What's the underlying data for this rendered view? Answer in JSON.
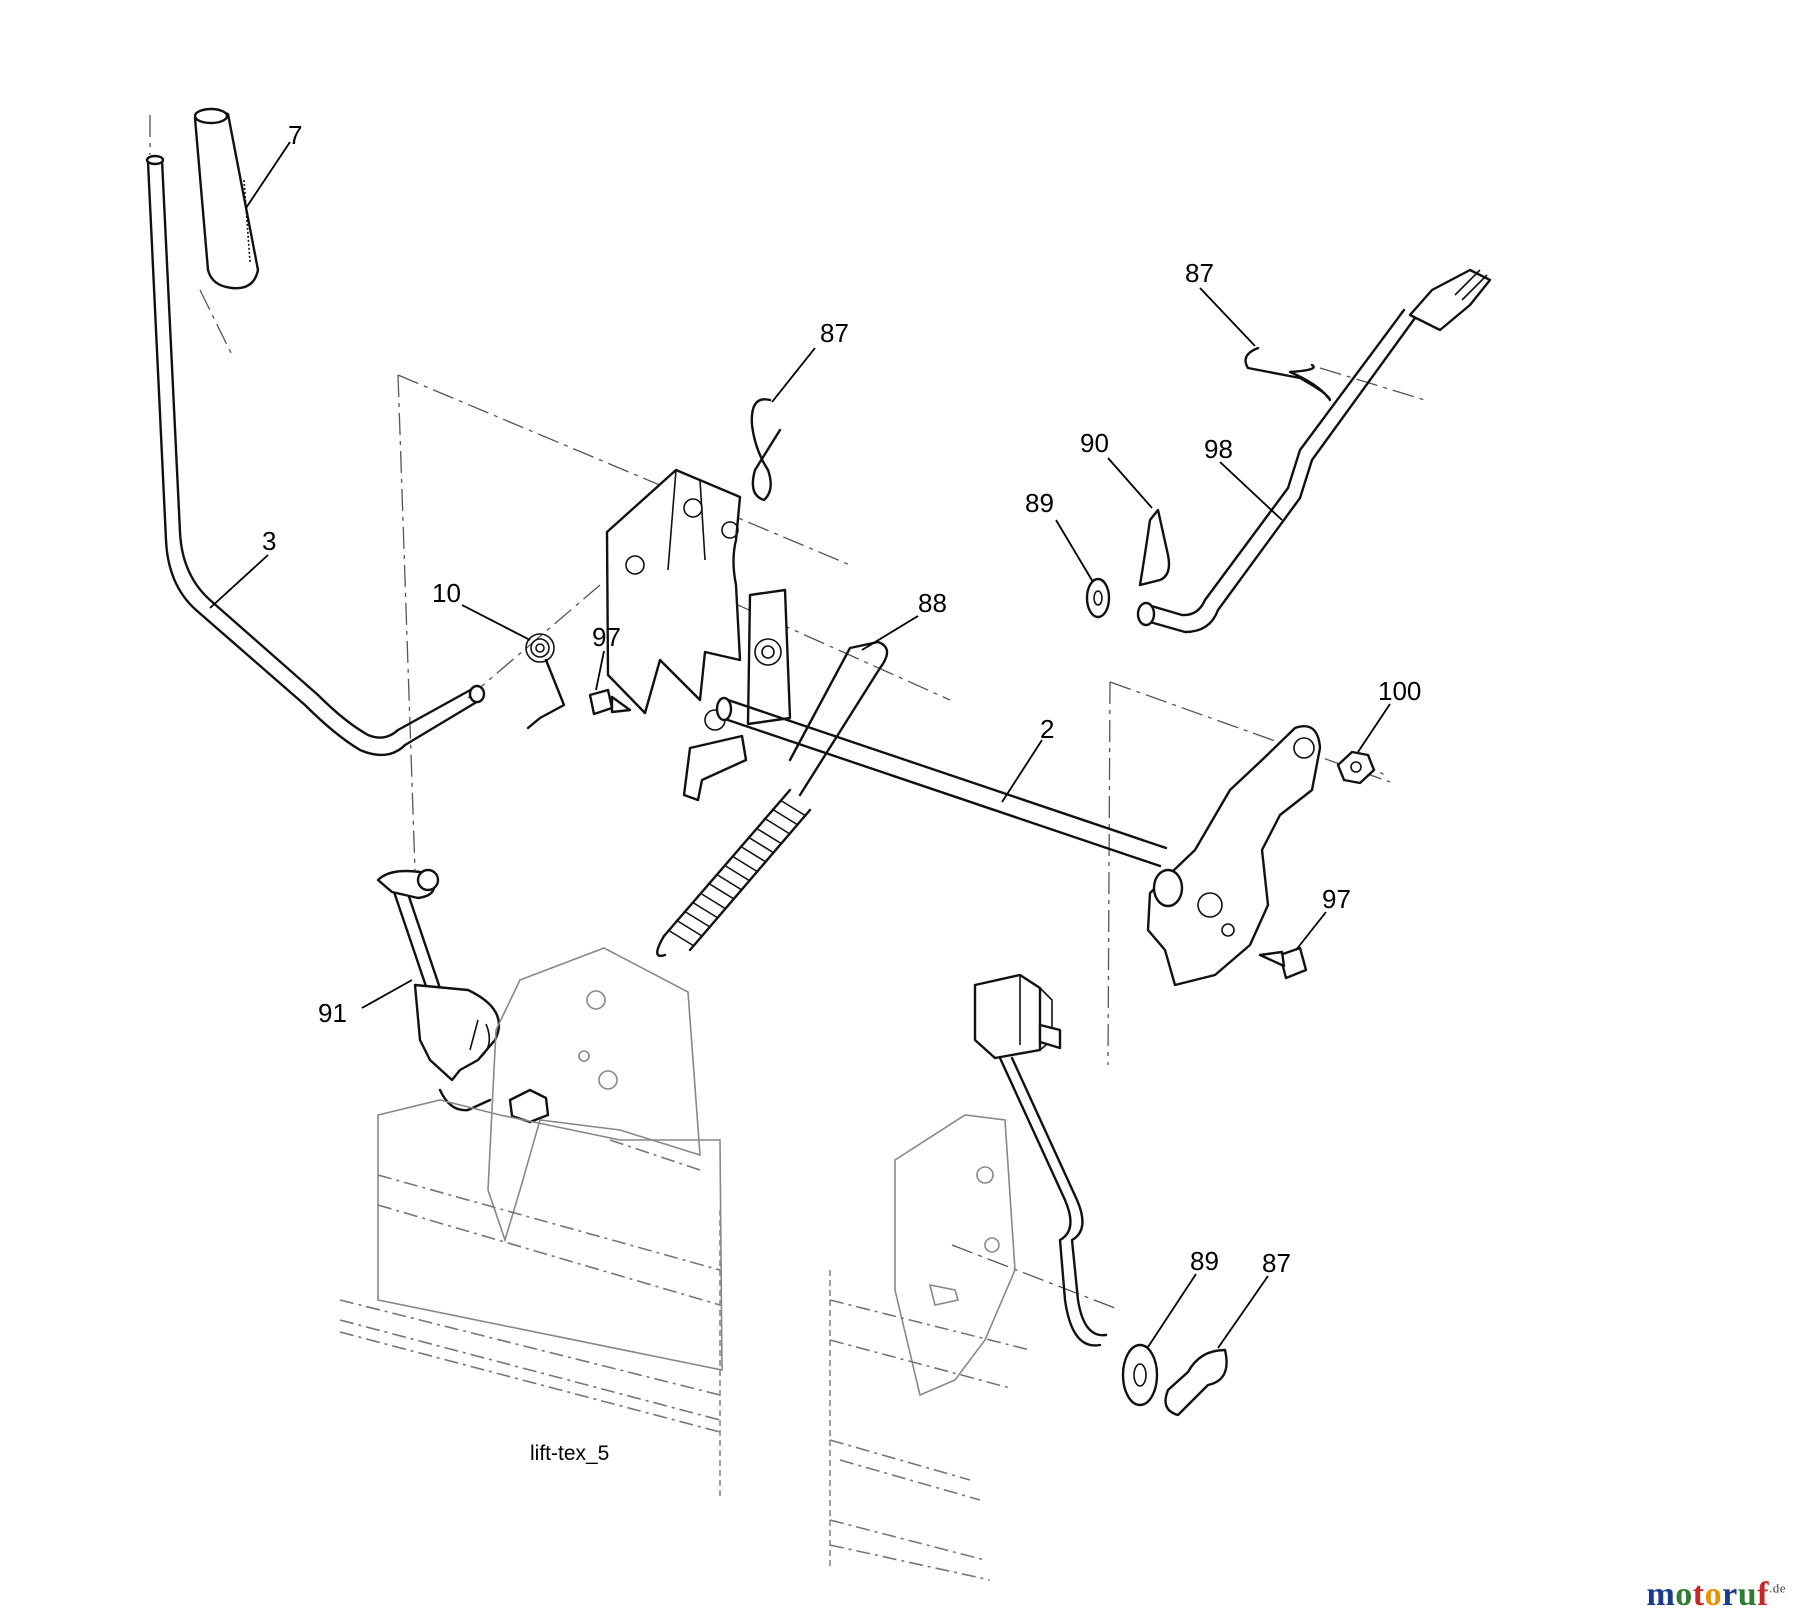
{
  "diagram_caption": "lift-tex_5",
  "watermark": {
    "text": "motoruf",
    "suffix": ".de",
    "colors": [
      "#1a3a8f",
      "#2e7d32",
      "#c62828",
      "#e69500",
      "#1a3a8f",
      "#2e7d32",
      "#c62828"
    ]
  },
  "callouts": [
    {
      "id": "grip",
      "number": "7"
    },
    {
      "id": "hairpin-top",
      "number": "87"
    },
    {
      "id": "hairpin-right",
      "number": "87"
    },
    {
      "id": "cotter-pin",
      "number": "90"
    },
    {
      "id": "link-rod-98",
      "number": "98"
    },
    {
      "id": "washer-top",
      "number": "89"
    },
    {
      "id": "lift-lever",
      "number": "3"
    },
    {
      "id": "torsion-spring",
      "number": "10"
    },
    {
      "id": "bolt-left",
      "number": "97"
    },
    {
      "id": "extension-spring",
      "number": "88"
    },
    {
      "id": "lift-shaft",
      "number": "2"
    },
    {
      "id": "nut",
      "number": "100"
    },
    {
      "id": "bolt-right",
      "number": "97"
    },
    {
      "id": "link-rod-91",
      "number": "91"
    },
    {
      "id": "washer-bottom",
      "number": "89"
    },
    {
      "id": "hairpin-bottom",
      "number": "87"
    }
  ]
}
